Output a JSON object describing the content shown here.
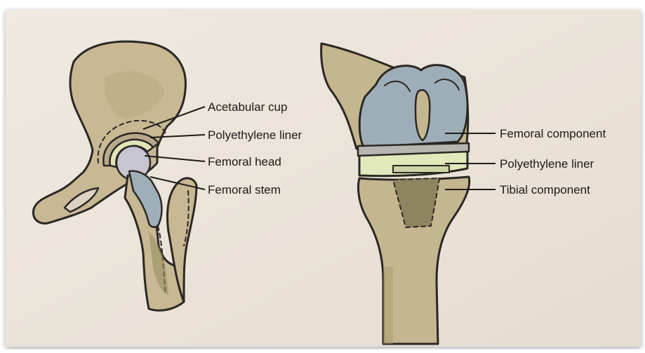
{
  "colors": {
    "paper": "#ebe4da",
    "bone": "#c9b995",
    "bone_dark": "#a99c6f",
    "metal_blue": "#9aaab6",
    "liner_yellow": "#e2e8bc",
    "marrow": "#8f8460",
    "ink": "#2b2724"
  },
  "hip": {
    "labels": {
      "acetabular_cup": "Acetabular cup",
      "polyethylene_liner": "Polyethylene liner",
      "femoral_head": "Femoral head",
      "femoral_stem": "Femoral stem"
    }
  },
  "knee": {
    "labels": {
      "femoral_component": "Femoral component",
      "polyethylene_liner": "Polyethylene liner",
      "tibial_component": "Tibial component"
    }
  }
}
